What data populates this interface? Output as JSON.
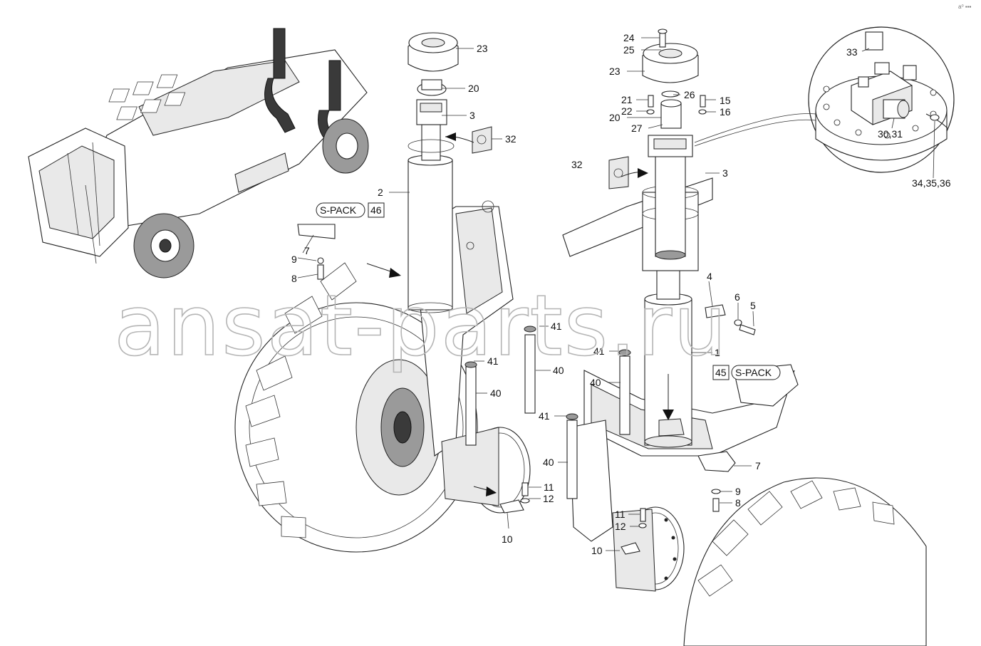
{
  "watermark": "ansat-parts.ru",
  "corner_mark": "a⁰ ▪▪▪",
  "left_assembly": {
    "callouts": [
      "23",
      "20",
      "3",
      "32",
      "2",
      "7",
      "9",
      "8",
      "41",
      "40",
      "41",
      "40",
      "11",
      "12",
      "10"
    ],
    "spack_label": "S-PACK",
    "spack_number": "46"
  },
  "right_assembly": {
    "callouts": [
      "24",
      "25",
      "23",
      "21",
      "22",
      "20",
      "26",
      "15",
      "16",
      "27",
      "32",
      "3",
      "4",
      "6",
      "5",
      "1",
      "41",
      "40",
      "41",
      "40",
      "7",
      "9",
      "8",
      "11",
      "12",
      "10"
    ],
    "spack_label": "S-PACK",
    "spack_number": "45"
  },
  "detail_view": {
    "callouts": [
      "33",
      "30,31",
      "34,35,36"
    ]
  }
}
